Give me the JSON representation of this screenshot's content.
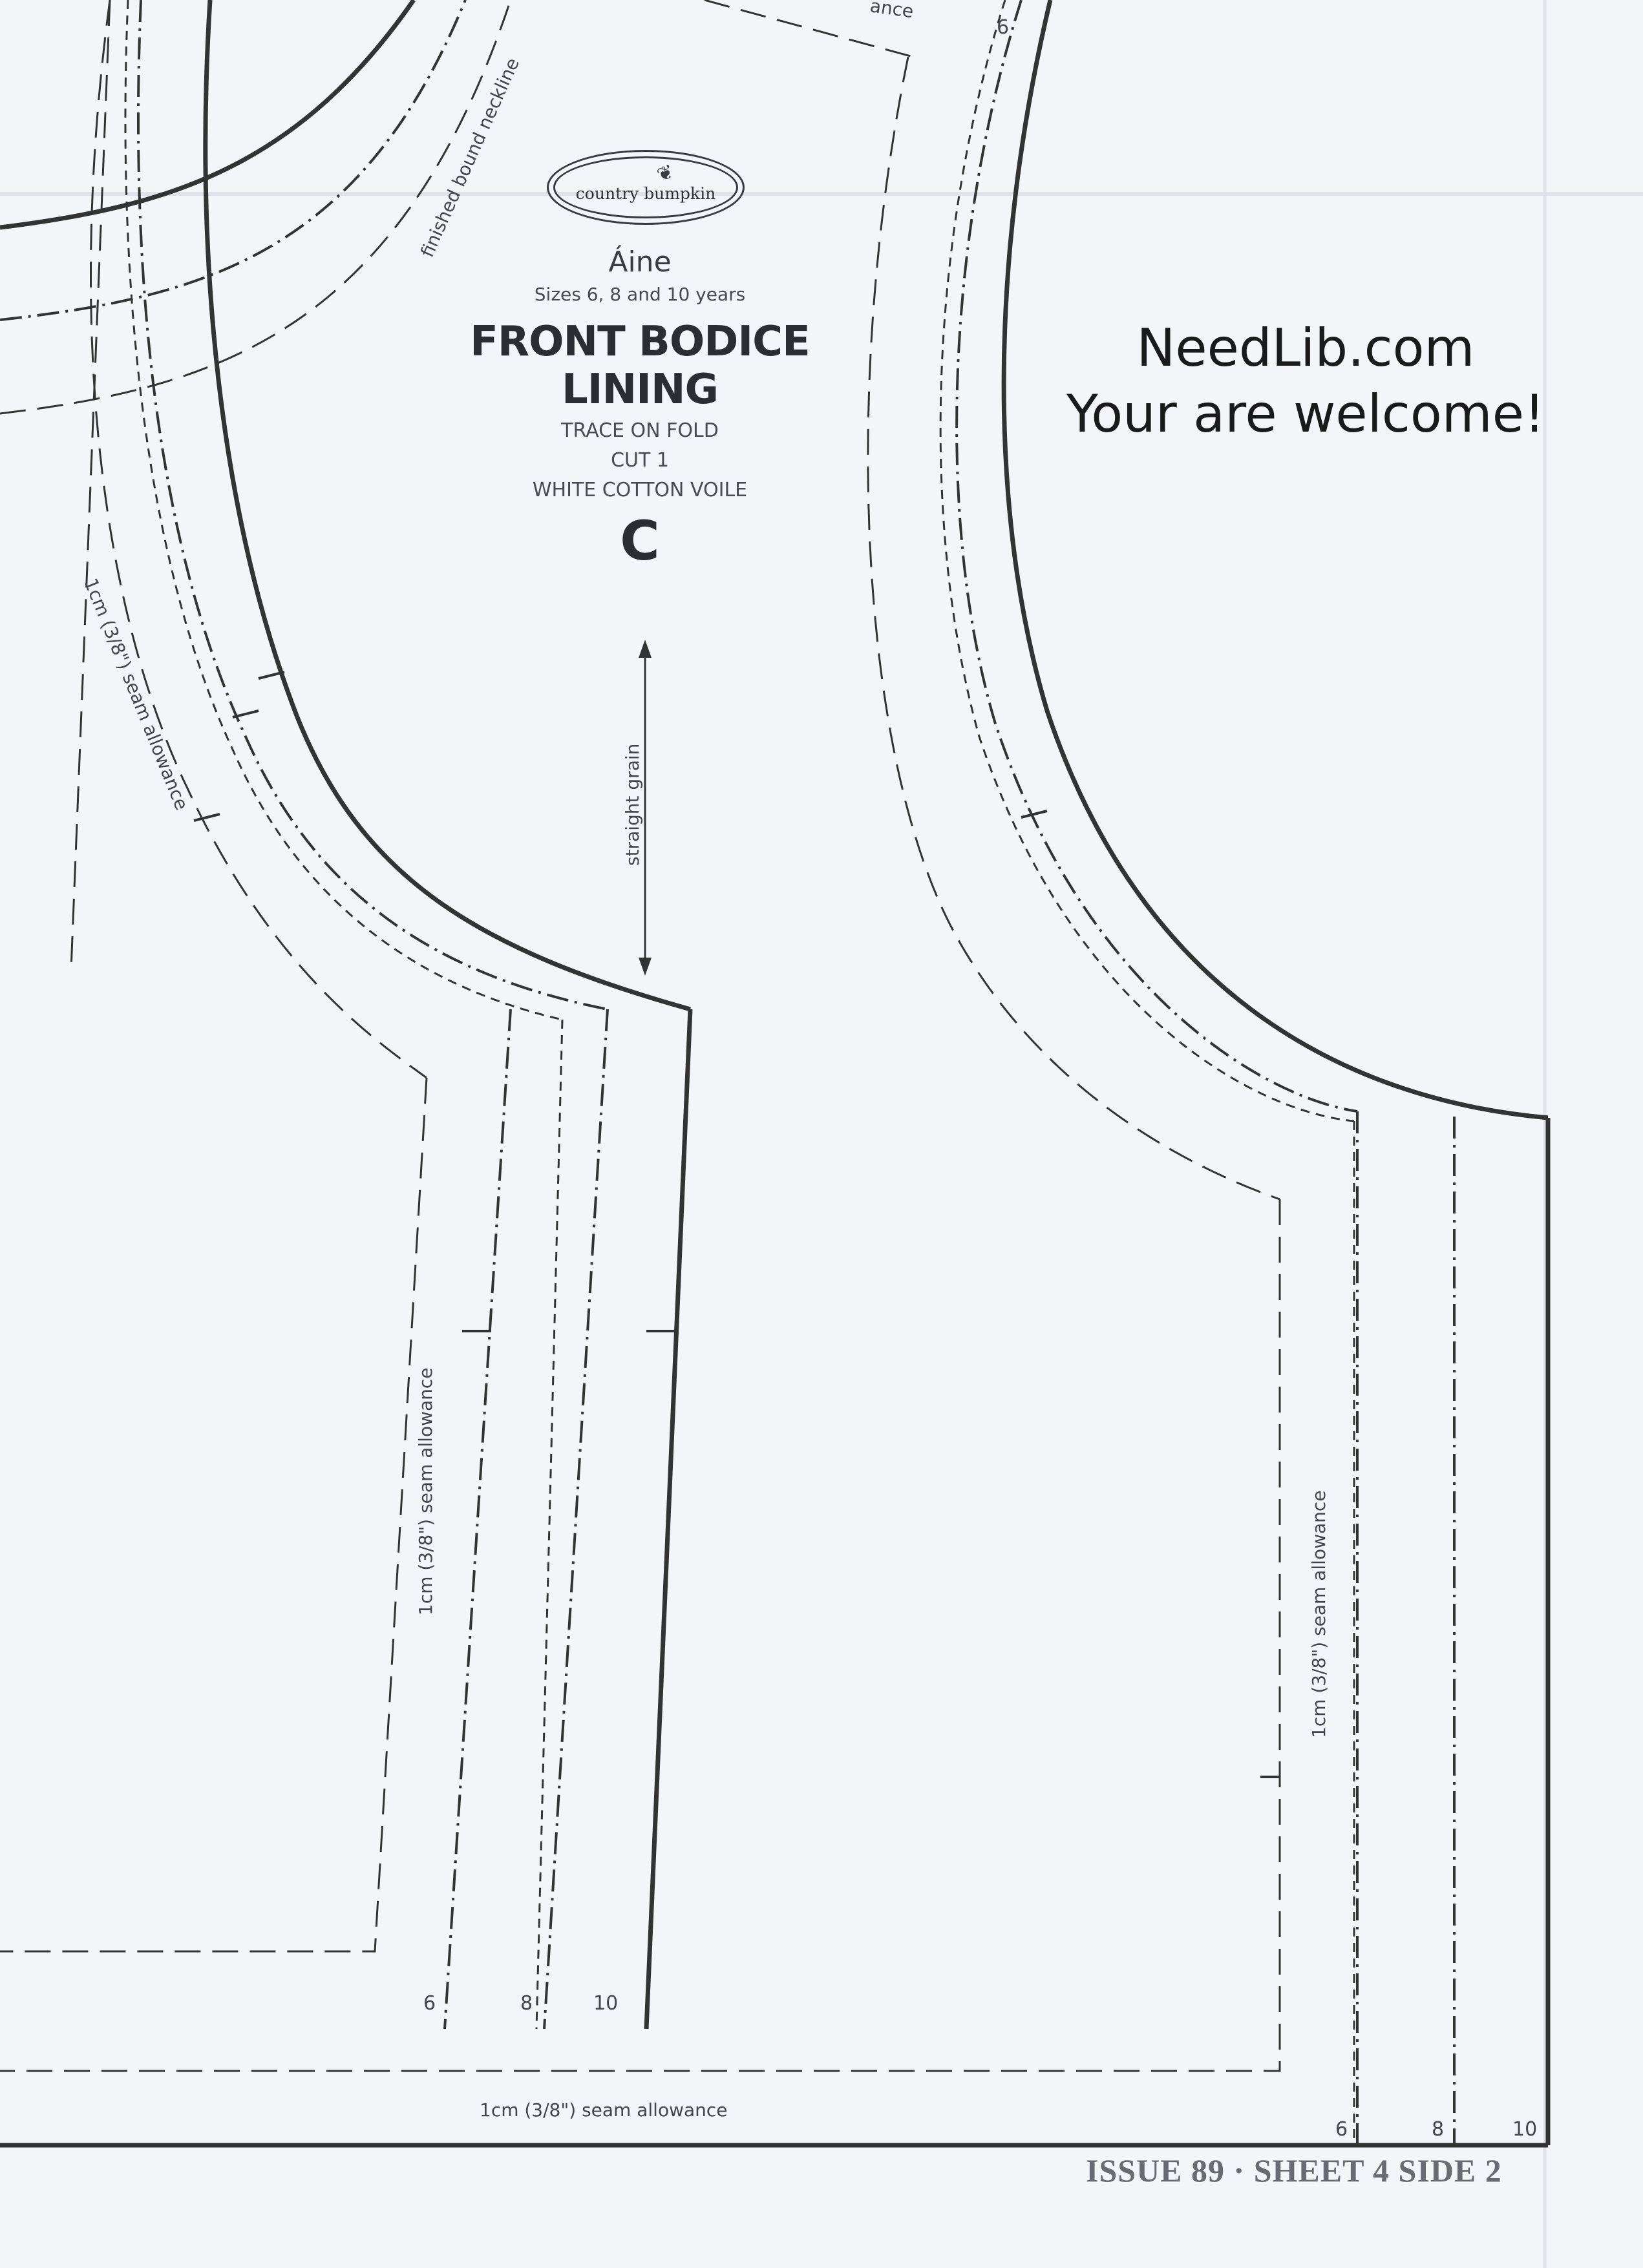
{
  "brand": {
    "logo_text": "country bumpkin",
    "logo_icon": "wheat-sprig-icon"
  },
  "pattern": {
    "name": "Áine",
    "sizes": "Sizes 6, 8 and 10 years",
    "piece_title_line1": "FRONT BODICE",
    "piece_title_line2": "LINING",
    "trace": "TRACE ON FOLD",
    "cut": "CUT 1",
    "fabric": "WHITE COTTON VOILE",
    "piece_letter": "C"
  },
  "labels": {
    "neckline": "finished bound neckline",
    "grain": "straight grain",
    "seam_allowance": "1cm (3/8\") seam allowance",
    "seam_allowance_partial": "ance"
  },
  "size_marks": {
    "left": [
      "6",
      "8",
      "10"
    ],
    "right": [
      "6",
      "8",
      "10"
    ],
    "top": "6"
  },
  "watermark": {
    "line1": "NeedLib.com",
    "line2": "Your are welcome!"
  },
  "footer": {
    "text": "ISSUE 89 · SHEET 4 SIDE 2"
  },
  "colors": {
    "paper": "#f4f5f9",
    "ink": "#2f3036",
    "footer": "#6a6b72"
  }
}
